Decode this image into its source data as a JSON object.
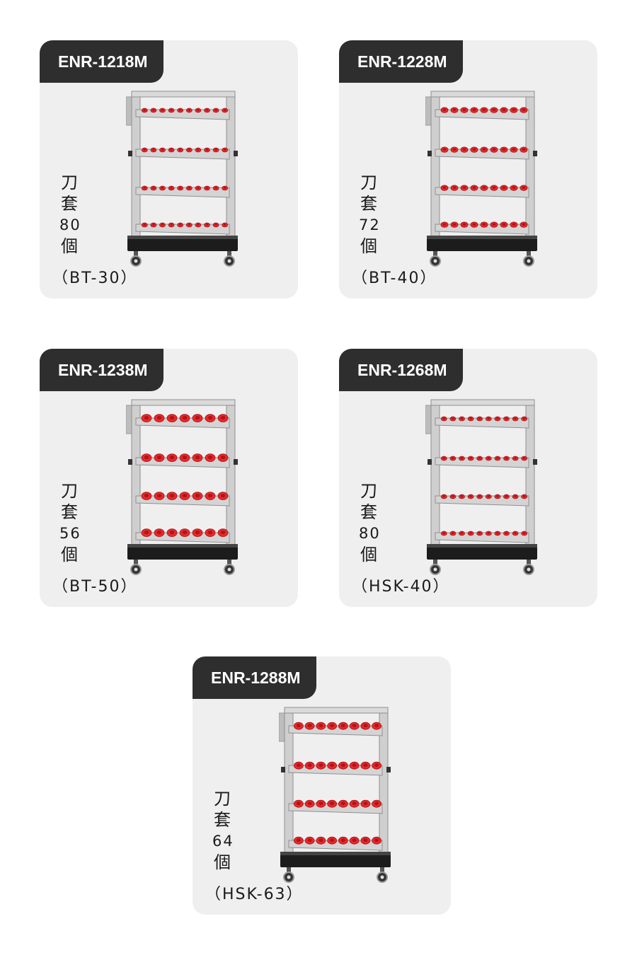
{
  "products": [
    {
      "model": "ENR-1218M",
      "label_char1": "刀",
      "label_char2": "套",
      "count": "80",
      "unit": "個",
      "spec": "（BT-30）",
      "holder_type": "BT-30"
    },
    {
      "model": "ENR-1228M",
      "label_char1": "刀",
      "label_char2": "套",
      "count": "72",
      "unit": "個",
      "spec": "（BT-40）",
      "holder_type": "BT-40"
    },
    {
      "model": "ENR-1238M",
      "label_char1": "刀",
      "label_char2": "套",
      "count": "56",
      "unit": "個",
      "spec": "（BT-50）",
      "holder_type": "BT-50"
    },
    {
      "model": "ENR-1268M",
      "label_char1": "刀",
      "label_char2": "套",
      "count": "80",
      "unit": "個",
      "spec": "（HSK-40）",
      "holder_type": "HSK-40"
    },
    {
      "model": "ENR-1288M",
      "label_char1": "刀",
      "label_char2": "套",
      "count": "64",
      "unit": "個",
      "spec": "（HSK-63）",
      "holder_type": "HSK-63"
    }
  ],
  "colors": {
    "card_bg": "#efefef",
    "tag_bg": "#2e2e2e",
    "holder_red": "#e8282b",
    "frame_gray": "#cfcfcf",
    "base_black": "#1c1c1c"
  }
}
